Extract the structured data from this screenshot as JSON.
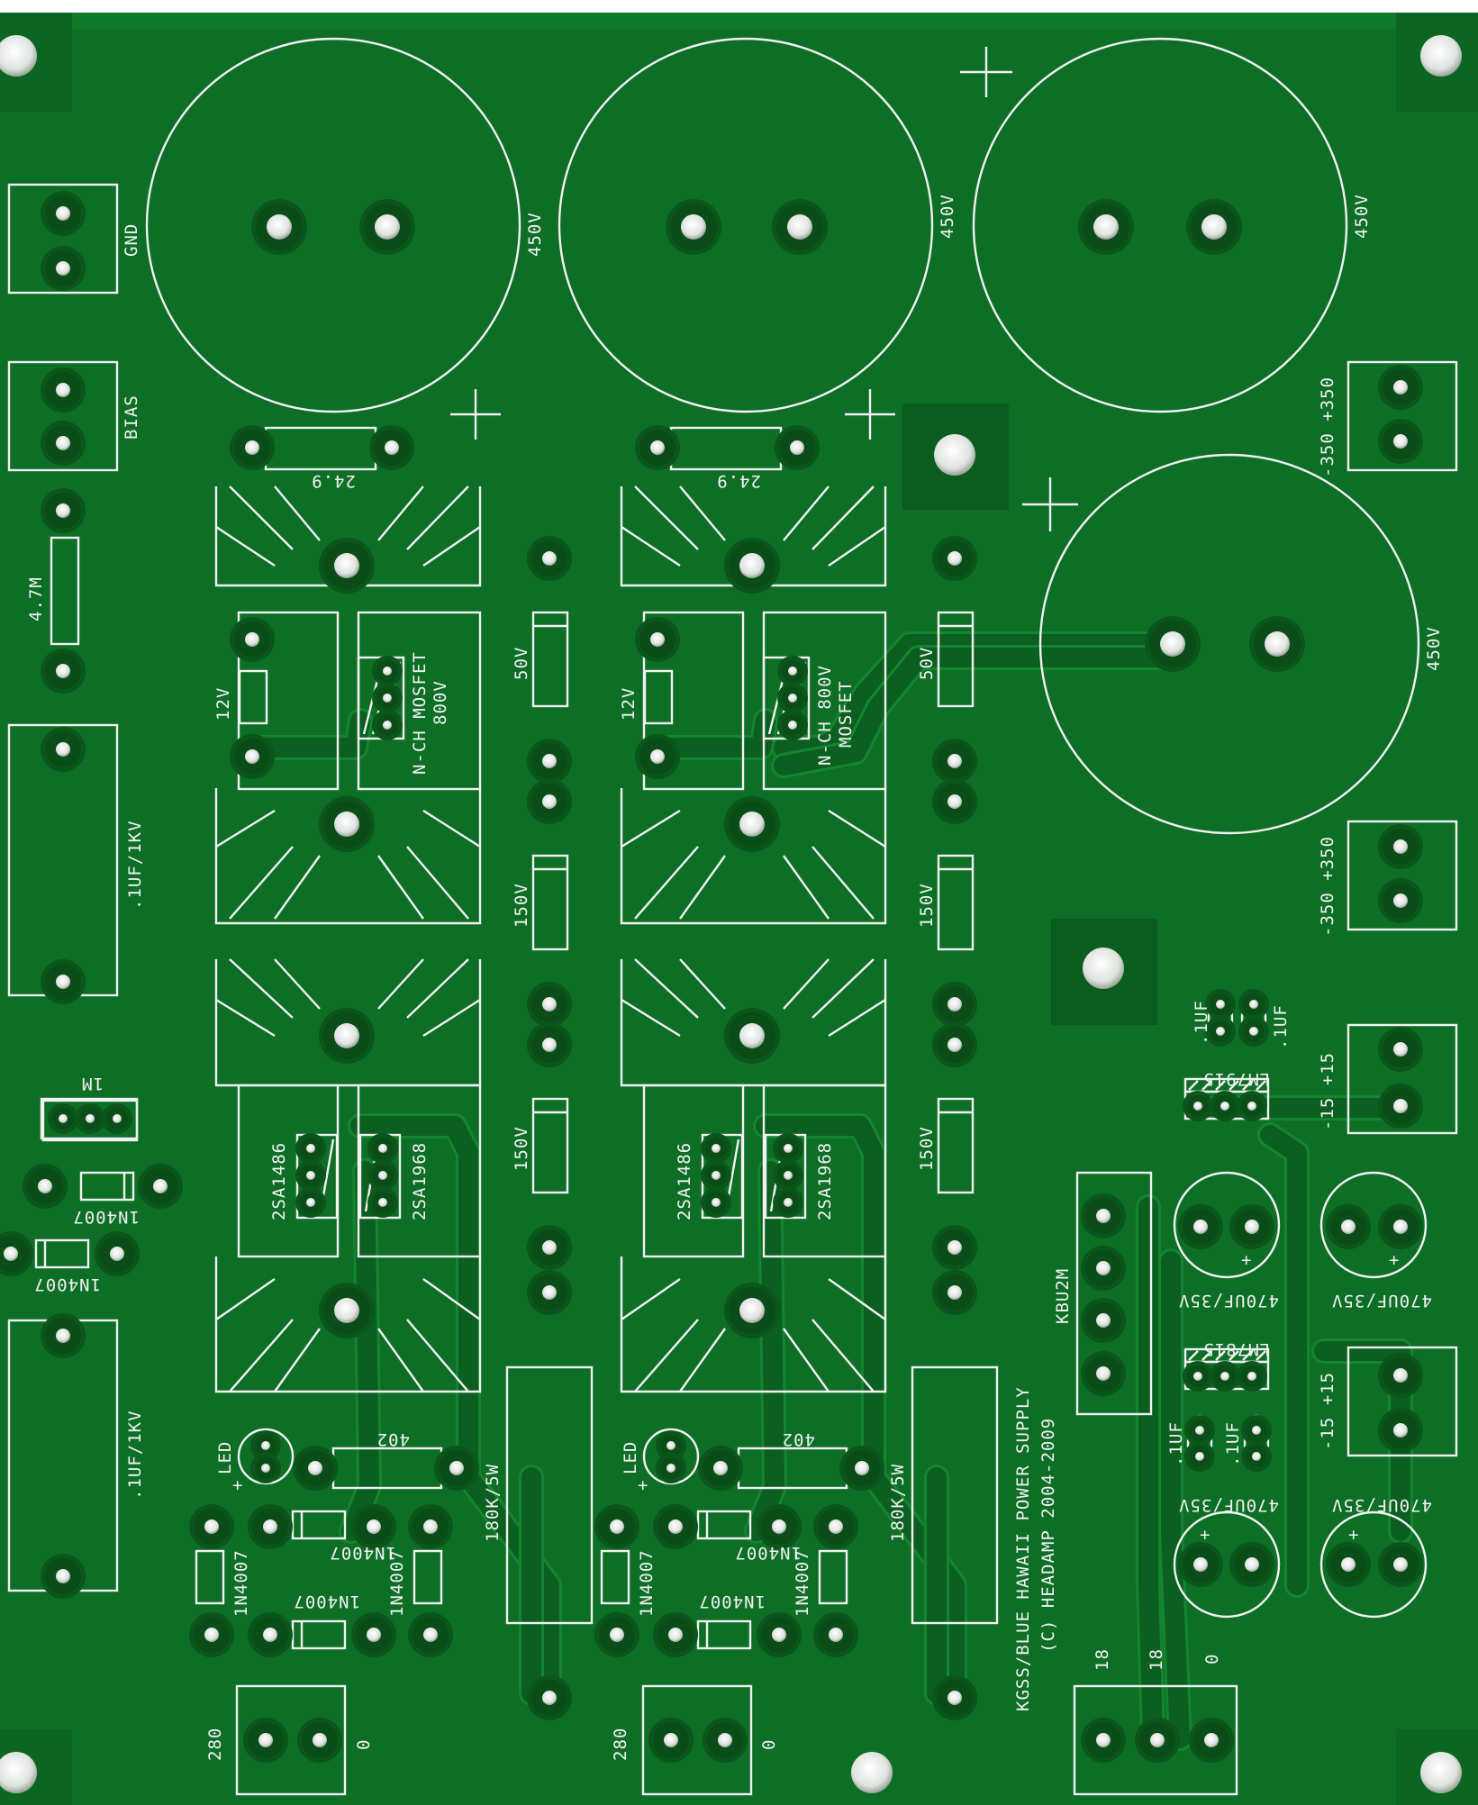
{
  "board": {
    "copper_color": "#0d6e26",
    "trace_color": "#0a5c1f",
    "silk_color": "#f2f2f2",
    "pad_color": "#0a4d18",
    "pad_ring_color": "#0b561b",
    "hole_color": "#e4e8e4",
    "edge_color": "#ffffff"
  },
  "title": {
    "line1": "KGSS/BLUE HAWAII POWER SUPPLY",
    "line2": "(C) HEADAMP 2004-2009"
  },
  "labels": {
    "gnd": "GND",
    "bias": "BIAS",
    "r_4_7m": "4.7M",
    "cap_1uf_1kv_a": ".1UF/1KV",
    "cap_1uf_1kv_b": ".1UF/1KV",
    "r_1m": "1M",
    "d_1n4007_a": "1N4007",
    "d_1n4007_b": "1N4007",
    "v450_1": "450V",
    "v450_2": "450V",
    "v450_3": "450V",
    "v450_4": "450V",
    "r24_9_a": "24.9",
    "r24_9_b": "24.9",
    "plus": "+",
    "z12_a": "12V",
    "z12_b": "12V",
    "nch_a": "N-CH MOSFET",
    "nch_a2": "800V",
    "nch_b": "N-CH 800V",
    "nch_b2": "MOSFET",
    "z50_a": "50V",
    "z50_b": "50V",
    "z150_a1": "150V",
    "z150_a2": "150V",
    "z150_b1": "150V",
    "z150_b2": "150V",
    "t2sa_a": "2SA1486",
    "t2sc_a": "2SA1968",
    "t2sa_b": "2SA1486",
    "t2sc_b": "2SA1968",
    "r180k_a": "180K/5W",
    "r180k_b": "180K/5W",
    "led_a": "LED",
    "led_b": "LED",
    "r402_a": "402",
    "r402_b": "402",
    "d_left_1": "1N4007",
    "d_left_2": "1N4007",
    "d_left_3": "1N4007",
    "d_left_4": "1N4007",
    "d_mid_1": "1N4007",
    "d_mid_2": "1N4007",
    "d_mid_3": "1N4007",
    "d_mid_4": "1N4007",
    "in280_a": "280",
    "in0_a": "0",
    "in280_b": "280",
    "in0_b": "0",
    "out350_a": "-350 +350",
    "out350_b": "-350 +350",
    "out15_a": "-15 +15",
    "out15_b": "-15 +15",
    "lm7915": "LM7915",
    "lm7815": "LM7815",
    "kbu2m": "KBU2M",
    "c1uf_a": ".1UF",
    "c1uf_b": ".1UF",
    "c1uf_c": ".1UF",
    "c1uf_d": ".1UF",
    "c470_a": "470UF/35V",
    "c470_b": "470UF/35V",
    "c470_c": "470UF/35V",
    "c470_d": "470UF/35V",
    "ac18_a": "18",
    "ac18_b": "18",
    "ac0": "0"
  }
}
